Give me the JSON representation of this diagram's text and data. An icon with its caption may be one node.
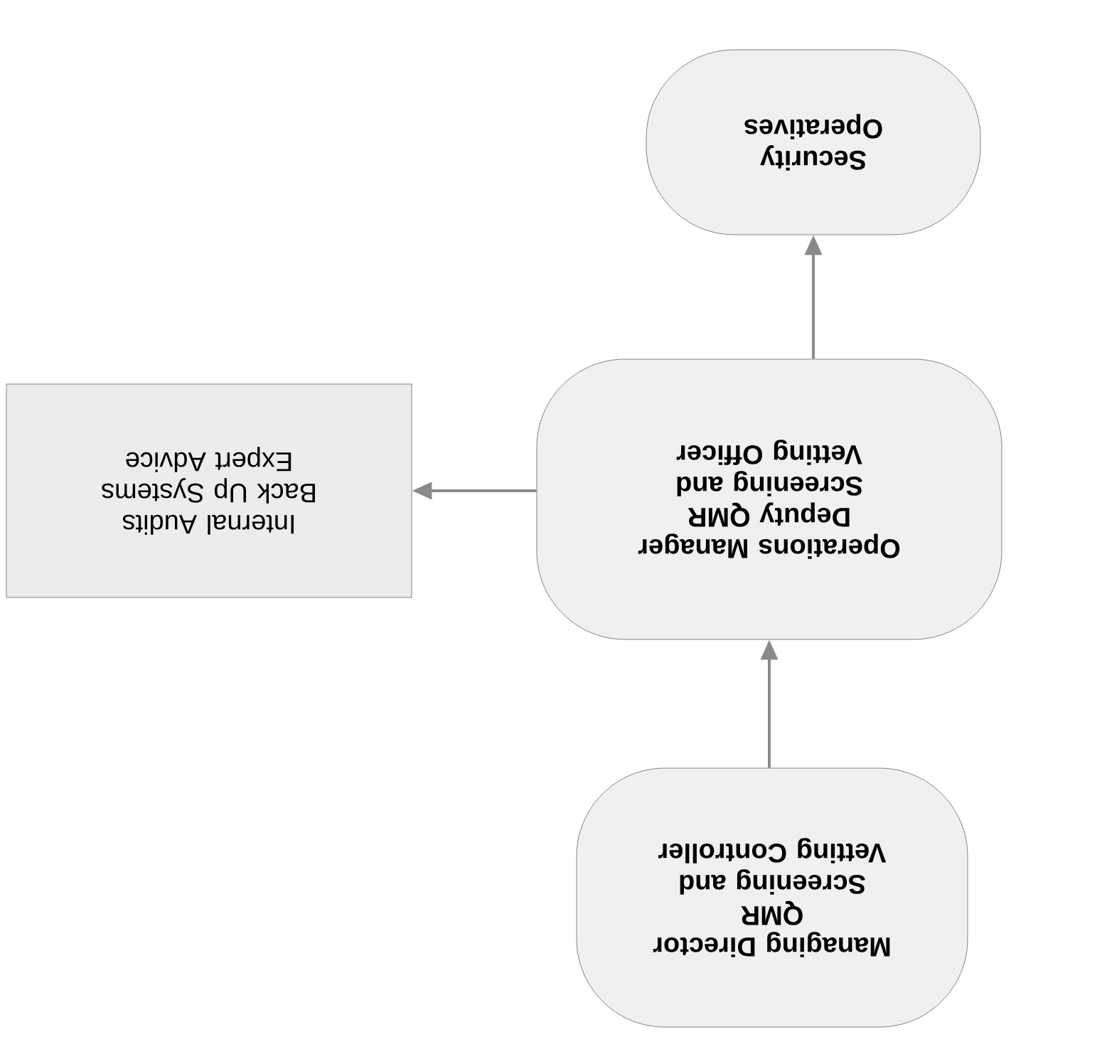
{
  "diagram": {
    "nodes": [
      {
        "text": [
          "Managing Director",
          "QMR",
          "Screening and Vetting Controller"
        ]
      },
      {
        "text": [
          "Operations Manager",
          "Deputy QMR",
          "Screening and Vetting Officer"
        ]
      },
      {
        "text": [
          "Security Operatives"
        ]
      },
      {
        "text": [
          "Internal Audits",
          "Back Up Systems",
          "Expert Advice"
        ]
      }
    ],
    "edges": [
      {
        "from": 0,
        "to": 1,
        "arrow": "to"
      },
      {
        "from": 1,
        "to": 2,
        "arrow": "to"
      },
      {
        "from": 1,
        "to": 3,
        "arrow": "to"
      }
    ]
  }
}
